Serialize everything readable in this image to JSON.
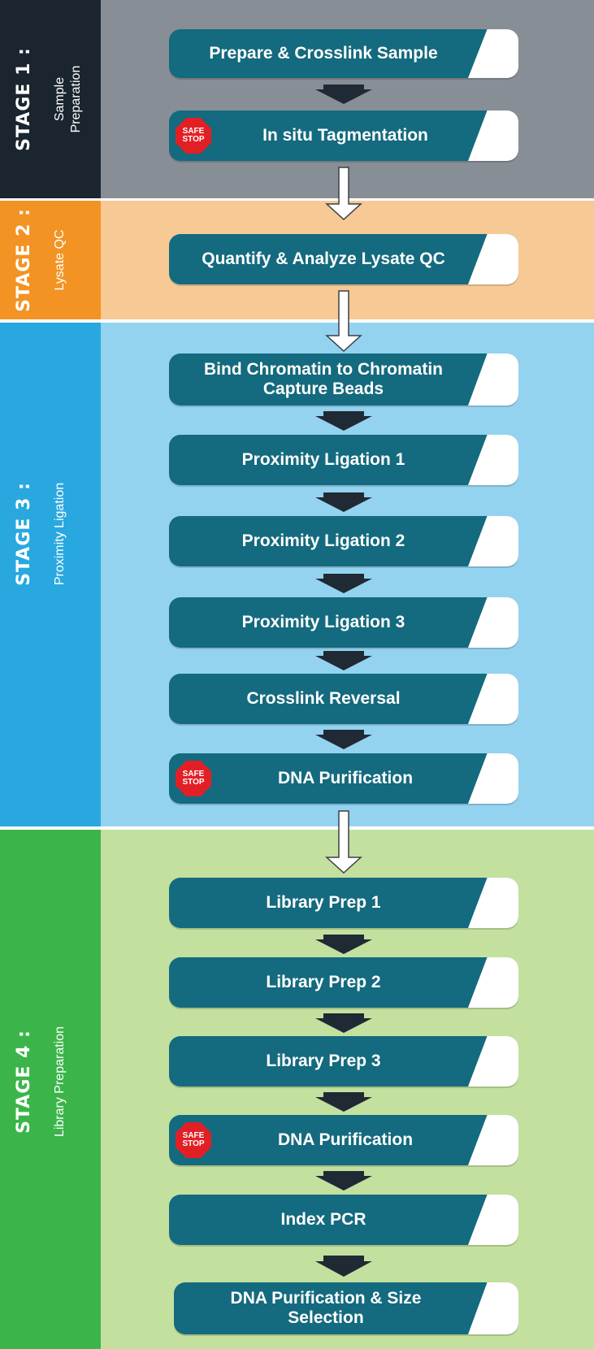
{
  "stages": [
    {
      "title": "STAGE 1 :",
      "subtitle_line1": "Sample",
      "subtitle_line2": "Preparation",
      "left_color": "#1a2530",
      "right_color": "#878e96"
    },
    {
      "title": "STAGE 2 :",
      "subtitle": "Lysate QC",
      "left_color": "#f39323",
      "right_color": "#f7c994"
    },
    {
      "title": "STAGE 3 :",
      "subtitle": "Proximity Ligation",
      "left_color": "#29a8e0",
      "right_color": "#94d3ef"
    },
    {
      "title": "STAGE 4 :",
      "subtitle": "Library Preparation",
      "left_color": "#3bb54a",
      "right_color": "#c3e09e"
    }
  ],
  "steps": [
    {
      "label": "Prepare & Crosslink Sample"
    },
    {
      "label": "In situ Tagmentation",
      "safe_stop": true
    },
    {
      "label": "Quantify & Analyze Lysate QC"
    },
    {
      "label_line1": "Bind Chromatin to Chromatin",
      "label_line2": "Capture Beads"
    },
    {
      "label": "Proximity Ligation 1"
    },
    {
      "label": "Proximity Ligation 2"
    },
    {
      "label": "Proximity Ligation 3"
    },
    {
      "label": "Crosslink Reversal"
    },
    {
      "label": "DNA Purification",
      "safe_stop": true
    },
    {
      "label": "Library Prep 1"
    },
    {
      "label": "Library Prep 2"
    },
    {
      "label": "Library Prep 3"
    },
    {
      "label": "DNA Purification",
      "safe_stop": true
    },
    {
      "label": "Index PCR"
    },
    {
      "label_line1": "DNA Purification & Size",
      "label_line2": "Selection"
    }
  ],
  "safe_stop": {
    "line1": "SAFE",
    "line2": "STOP",
    "color": "#e31f26"
  },
  "colors": {
    "step_fill": "#146a7e",
    "arrow_dark": "#1f2a35",
    "divider": "#ffffff"
  }
}
